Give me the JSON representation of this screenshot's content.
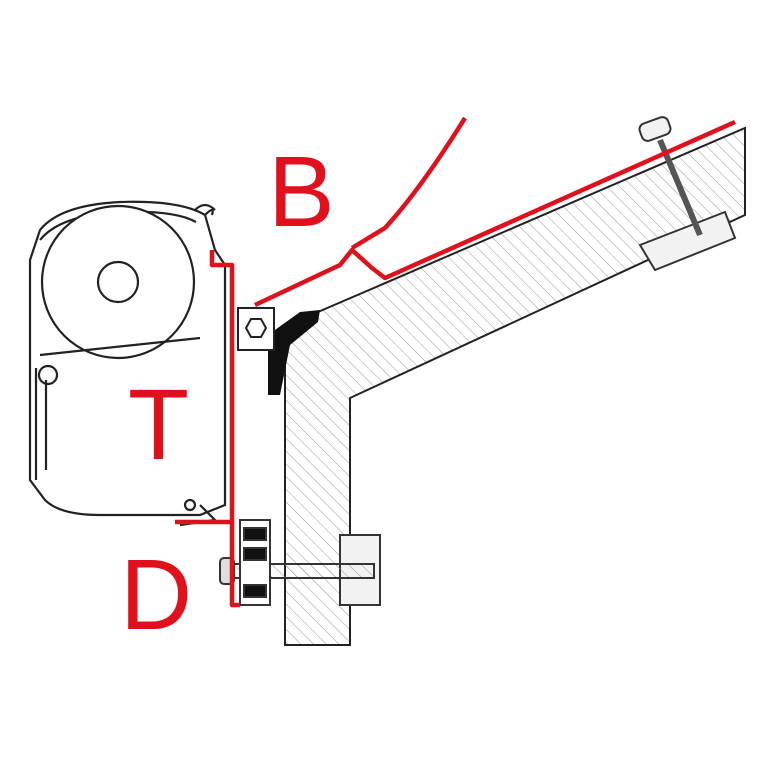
{
  "labels": {
    "b": "B",
    "t": "T",
    "d": "D"
  },
  "colors": {
    "accent": "#e0101c",
    "line": "#222222",
    "hatch": "#9a9a9a"
  }
}
